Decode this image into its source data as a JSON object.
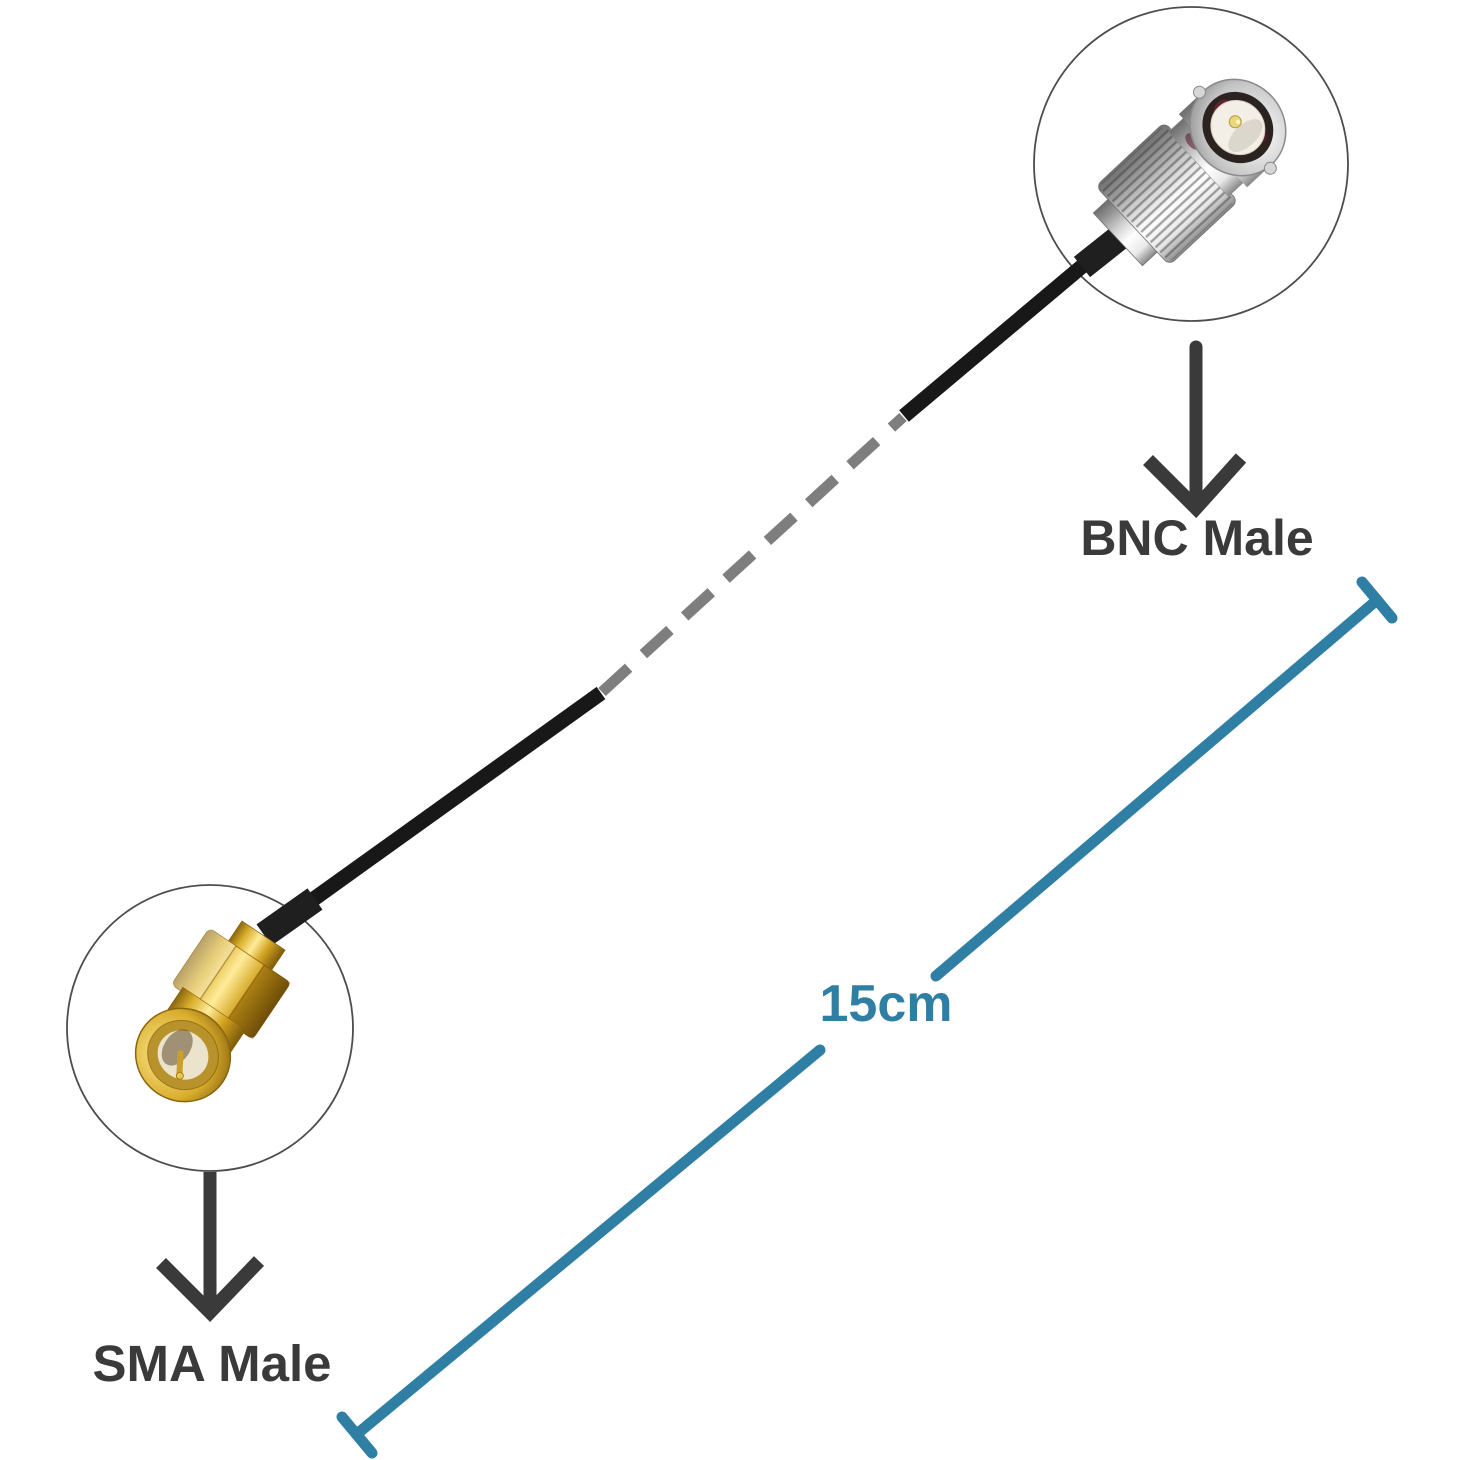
{
  "scene": {
    "bnc": {
      "label": "BNC Male",
      "icon": "bnc-male-connector-icon",
      "magnifier": "circle-callout"
    },
    "sma": {
      "label": "SMA Male",
      "icon": "sma-male-connector-icon",
      "magnifier": "circle-callout"
    },
    "measure": {
      "label": "15cm",
      "icon": "measure-line-with-end-ticks-icon"
    },
    "cable": {
      "icon": "coax-cable-with-dashed-break-icon"
    },
    "arrows": {
      "icon": "down-arrow-icon",
      "count": 2
    }
  },
  "colors": {
    "page-bg": "#ffffff",
    "accent-teal": "#2f7ea4",
    "annotation-dark": "#3a3a3a",
    "cable-black": "#181818",
    "boot-black": "#1f1f1f",
    "dash-gray": "#7e7e7e",
    "circle-gray": "#4d4d4d",
    "connector-silver": "#c9c9c9",
    "connector-gold": "#d7a81f",
    "dielectric-white": "#f3efe6"
  }
}
